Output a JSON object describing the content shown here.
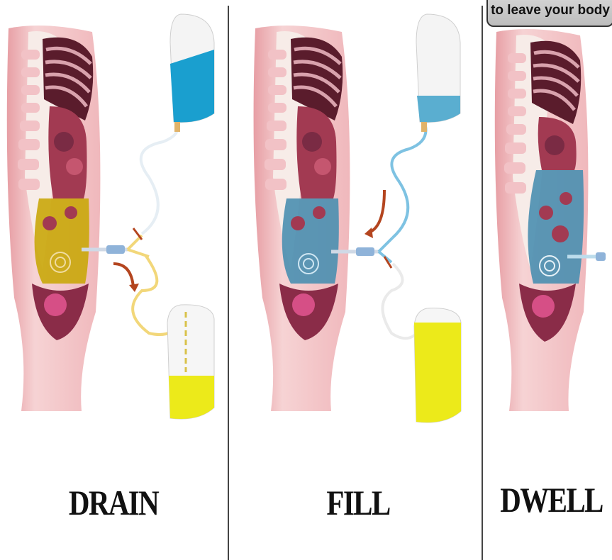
{
  "panels": [
    {
      "id": "drain",
      "caption": "DRAIN",
      "fluid_color": "#c9a70a",
      "bag_top_fill": "#1a9fcf",
      "bag_bottom_fill": "#ecea1a",
      "tube_color": "#f2d77a",
      "arrow_color": "#b4451f"
    },
    {
      "id": "fill",
      "caption": "FILL",
      "fluid_color": "#4a8fb0",
      "bag_top_fill": "#5aaed0",
      "bag_bottom_fill": "#ecea1a",
      "tube_color": "#7ec2e2",
      "arrow_color": "#b4451f"
    },
    {
      "id": "dwell",
      "caption": "DWELL",
      "fluid_color": "#4a8fb0",
      "tube_color": "#bcdcec"
    }
  ],
  "callout": {
    "text": "to leave your body"
  },
  "colors": {
    "skin": "#f3c7c9",
    "skin_outline": "#e8a7ab",
    "spine": "#f4e6e2",
    "organ_dark": "#5a1c2c",
    "organ_mid": "#a23a52",
    "divider": "#444444"
  }
}
